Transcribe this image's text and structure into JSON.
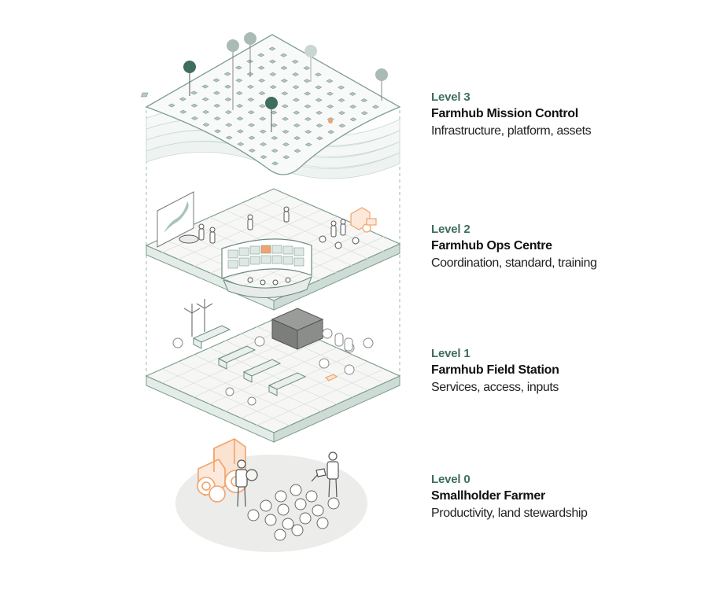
{
  "colors": {
    "accent_green": "#3e6e5c",
    "line_green": "#8aaea2",
    "tint_green": "#dde9e4",
    "orange": "#f2a36b",
    "ground": "#ececea",
    "text": "#111111"
  },
  "levels": [
    {
      "level": "Level 3",
      "title": "Farmhub Mission Control",
      "description": "Infrastructure, platform, assets",
      "icon": "field-map-icon"
    },
    {
      "level": "Level 2",
      "title": "Farmhub Ops Centre",
      "description": "Coordination, standard, training",
      "icon": "ops-room-icon"
    },
    {
      "level": "Level 1",
      "title": "Farmhub Field Station",
      "description": "Services, access, inputs",
      "icon": "field-station-icon"
    },
    {
      "level": "Level 0",
      "title": "Smallholder Farmer",
      "description": "Productivity, land stewardship",
      "icon": "tractor-icon"
    }
  ]
}
